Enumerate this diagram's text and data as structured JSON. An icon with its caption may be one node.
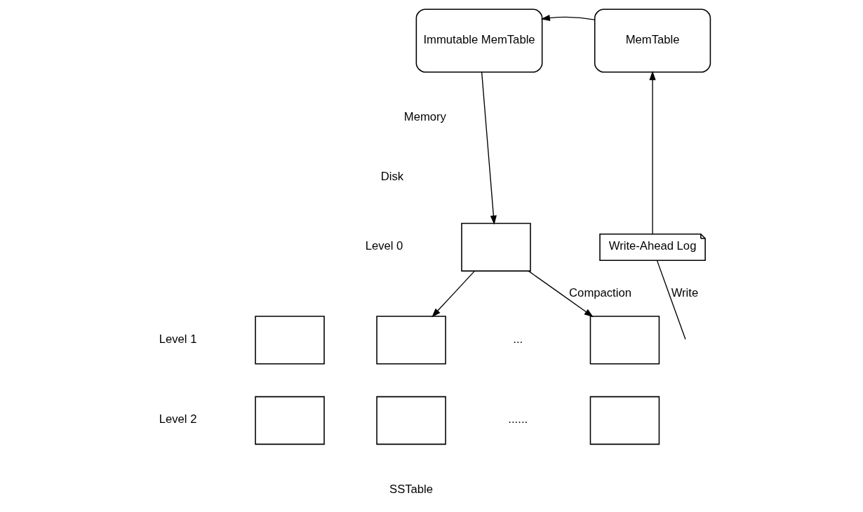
{
  "diagram": {
    "nodes": [
      {
        "text": [
          "Immutable MemTable"
        ]
      },
      {
        "text": [
          "MemTable"
        ]
      },
      {
        "text": [],
        "shape": "box"
      },
      {
        "text": [],
        "shape": "box"
      },
      {
        "text": [],
        "shape": "box"
      },
      {
        "text": [],
        "shape": "box"
      },
      {
        "text": [],
        "shape": "box"
      },
      {
        "text": [],
        "shape": "box"
      },
      {
        "text": [],
        "shape": "box"
      },
      {
        "text": [
          "Write-Ahead Log"
        ]
      }
    ],
    "edges": [
      {
        "from": 1,
        "to": 0,
        "arrow": "to"
      },
      {
        "from": 0,
        "to": 2,
        "arrow": "to"
      },
      {
        "from": 2,
        "to": 4,
        "arrow": "to"
      },
      {
        "from": 2,
        "to": 5,
        "arrow": "to",
        "label": "Compaction"
      },
      {
        "from": null,
        "to": 9,
        "arrow": "none",
        "label": "Write"
      },
      {
        "from": 9,
        "to": 1,
        "arrow": "to"
      }
    ],
    "labels": [
      "Memory",
      "Disk",
      "Level 0",
      "Level 1",
      "...",
      "Level 2",
      "......",
      "SSTable"
    ]
  }
}
